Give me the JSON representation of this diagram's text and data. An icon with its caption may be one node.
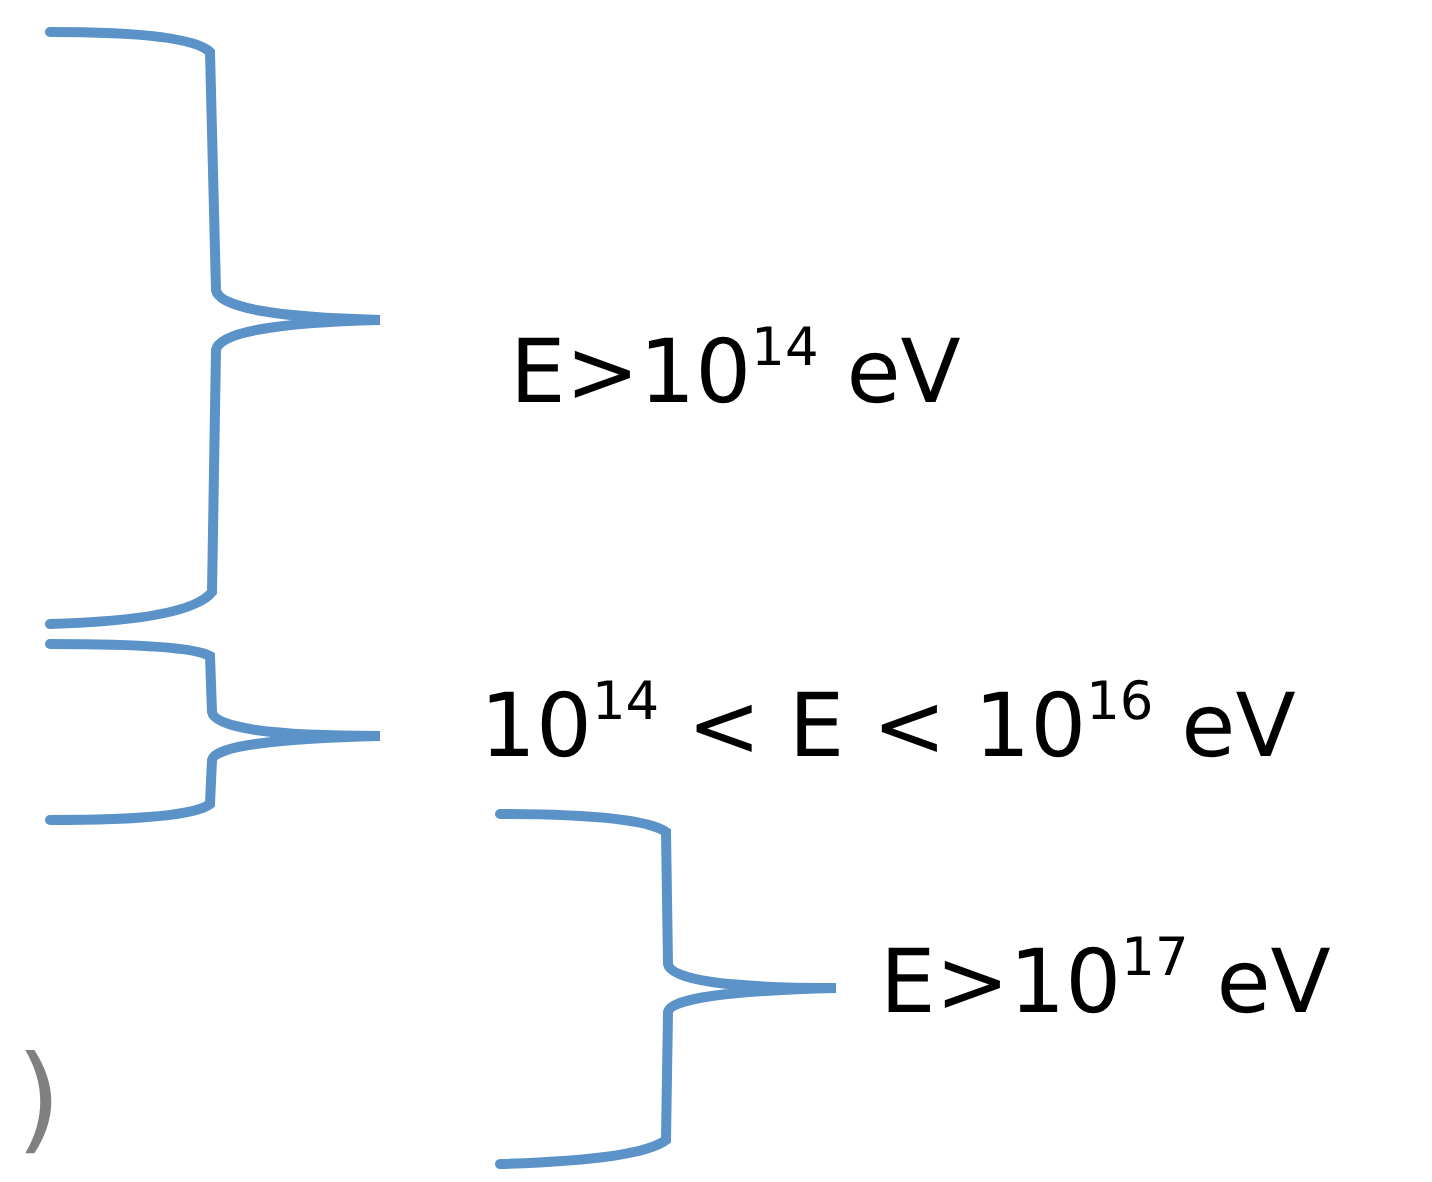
{
  "diagram": {
    "labels": [
      "E>10$^{14}$ eV",
      "10$^{14}$ < E < 10$^{16}$ eV",
      "E>10$^{17}$ eV",
      ")"
    ]
  }
}
